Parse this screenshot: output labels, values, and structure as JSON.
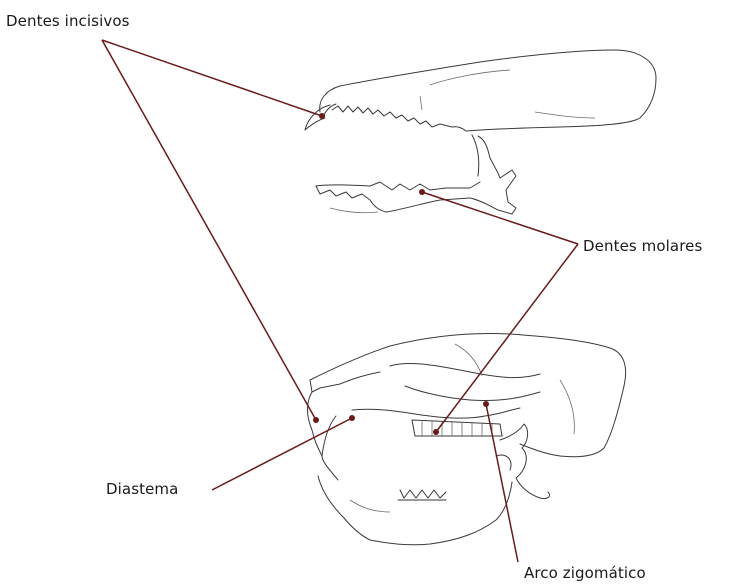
{
  "labels": {
    "incisors": "Dentes incisivos",
    "molars": "Dentes molares",
    "diastema": "Diastema",
    "zygomatic_arch": "Arco zigomático"
  },
  "colors": {
    "leader_line": "#6b1a1a",
    "sketch_stroke": "#3a3a3a",
    "background": "#ffffff"
  }
}
